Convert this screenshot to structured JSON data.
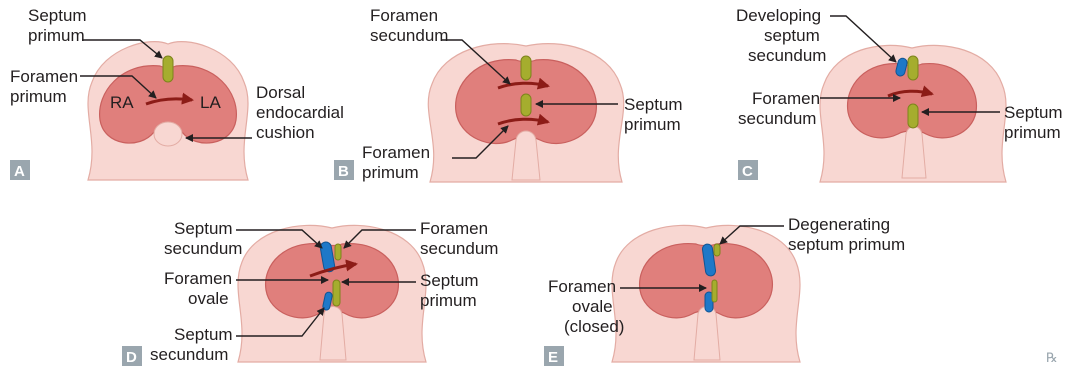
{
  "panels": {
    "A": {
      "tag": "A",
      "septum_primum": [
        "Septum",
        "primum"
      ],
      "foramen_primum": [
        "Foramen",
        "primum"
      ],
      "ra": "RA",
      "la": "LA",
      "cushion": [
        "Dorsal",
        "endocardial",
        "cushion"
      ]
    },
    "B": {
      "tag": "B",
      "foramen_secundum": [
        "Foramen",
        "secundum"
      ],
      "septum_primum": [
        "Septum",
        "primum"
      ],
      "foramen_primum": [
        "Foramen",
        "primum"
      ]
    },
    "C": {
      "tag": "C",
      "developing_septum_secundum": [
        "Developing",
        "septum",
        "secundum"
      ],
      "foramen_secundum": [
        "Foramen",
        "secundum"
      ],
      "septum_primum": [
        "Septum",
        "primum"
      ]
    },
    "D": {
      "tag": "D",
      "septum_secundum_top": [
        "Septum",
        "secundum"
      ],
      "foramen_secundum": [
        "Foramen",
        "secundum"
      ],
      "foramen_ovale": [
        "Foramen",
        "ovale"
      ],
      "septum_primum": [
        "Septum",
        "primum"
      ],
      "septum_secundum_bottom": [
        "Septum",
        "secundum"
      ]
    },
    "E": {
      "tag": "E",
      "degenerating_septum_primum": [
        "Degenerating",
        "septum primum"
      ],
      "foramen_ovale": [
        "Foramen",
        "ovale",
        "(closed)"
      ]
    }
  },
  "colors": {
    "atria": "#e07f7c",
    "outer_wall": "#f8d7d2",
    "septum_primum": "#a5ad2e",
    "septum_secundum": "#1e78c8",
    "blood_flow": "#8c1c17",
    "panel_tag": "#9aa6ae"
  },
  "logo": "℞"
}
